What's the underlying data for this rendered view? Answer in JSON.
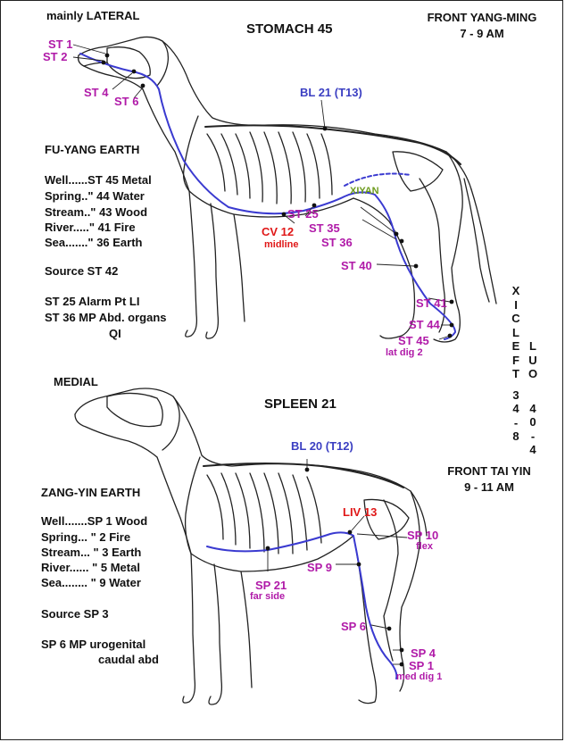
{
  "stomach": {
    "view": "mainly LATERAL",
    "title": "STOMACH 45",
    "channel_line1": "FRONT YANG-MING",
    "channel_line2": "7 - 9 AM",
    "element": "FU-YANG EARTH",
    "points_table": [
      "Well......ST 45 Metal",
      "Spring..\"  44  Water",
      "Stream..\"  43  Wood",
      "River.....\"  41 Fire",
      "Sea.......\"  36  Earth"
    ],
    "source": "Source  ST 42",
    "notes": [
      "ST 25  Alarm Pt LI",
      "ST 36  MP Abd. organs",
      "QI"
    ],
    "labels": {
      "st1": "ST 1",
      "st2": "ST 2",
      "st4": "ST 4",
      "st6": "ST 6",
      "bl21": "BL 21 (T13)",
      "xiyan": "XIYAN",
      "st25": "ST 25",
      "st35": "ST 35",
      "st36": "ST 36",
      "st40": "ST 40",
      "st41": "ST 41",
      "st44": "ST 44",
      "st45": "ST 45",
      "st45_sub": "lat dig 2",
      "cv12": "CV 12",
      "cv12_sub": "midline"
    }
  },
  "side_columns": {
    "xicleft": {
      "letters": [
        "X",
        "I",
        "C",
        "L",
        "E",
        "F",
        "T"
      ],
      "numbers": [
        "3",
        "4",
        "-",
        "8"
      ]
    },
    "luo": {
      "letters": [
        "L",
        "U",
        "O"
      ],
      "numbers": [
        "4",
        "0",
        "-",
        "4"
      ]
    }
  },
  "spleen": {
    "view": "MEDIAL",
    "title": "SPLEEN 21",
    "channel_line1": "FRONT TAI YIN",
    "channel_line2": "9 - 11 AM",
    "element": "ZANG-YIN EARTH",
    "points_table": [
      "Well.......SP 1  Wood",
      "Spring...  \" 2  Fire",
      "Stream...  \" 3  Earth",
      "River......  \" 5  Metal",
      "Sea........  \" 9  Water"
    ],
    "source": "Source  SP 3",
    "notes": [
      "SP 6  MP urogenital",
      "caudal abd"
    ],
    "labels": {
      "bl20": "BL 20 (T12)",
      "liv13": "LIV 13",
      "sp10": "SP 10",
      "sp10_sub": "flex",
      "sp9": "SP 9",
      "sp21": "SP 21",
      "sp21_sub": "far side",
      "sp6": "SP 6",
      "sp4": "SP 4",
      "sp1": "SP 1",
      "sp1_sub": "med dig 1"
    }
  },
  "colors": {
    "points": "#b01aa8",
    "bladder": "#3b3fc2",
    "meridian": "#3a3ad0",
    "alarm": "#e01818",
    "extra": "#6c9a1c"
  }
}
